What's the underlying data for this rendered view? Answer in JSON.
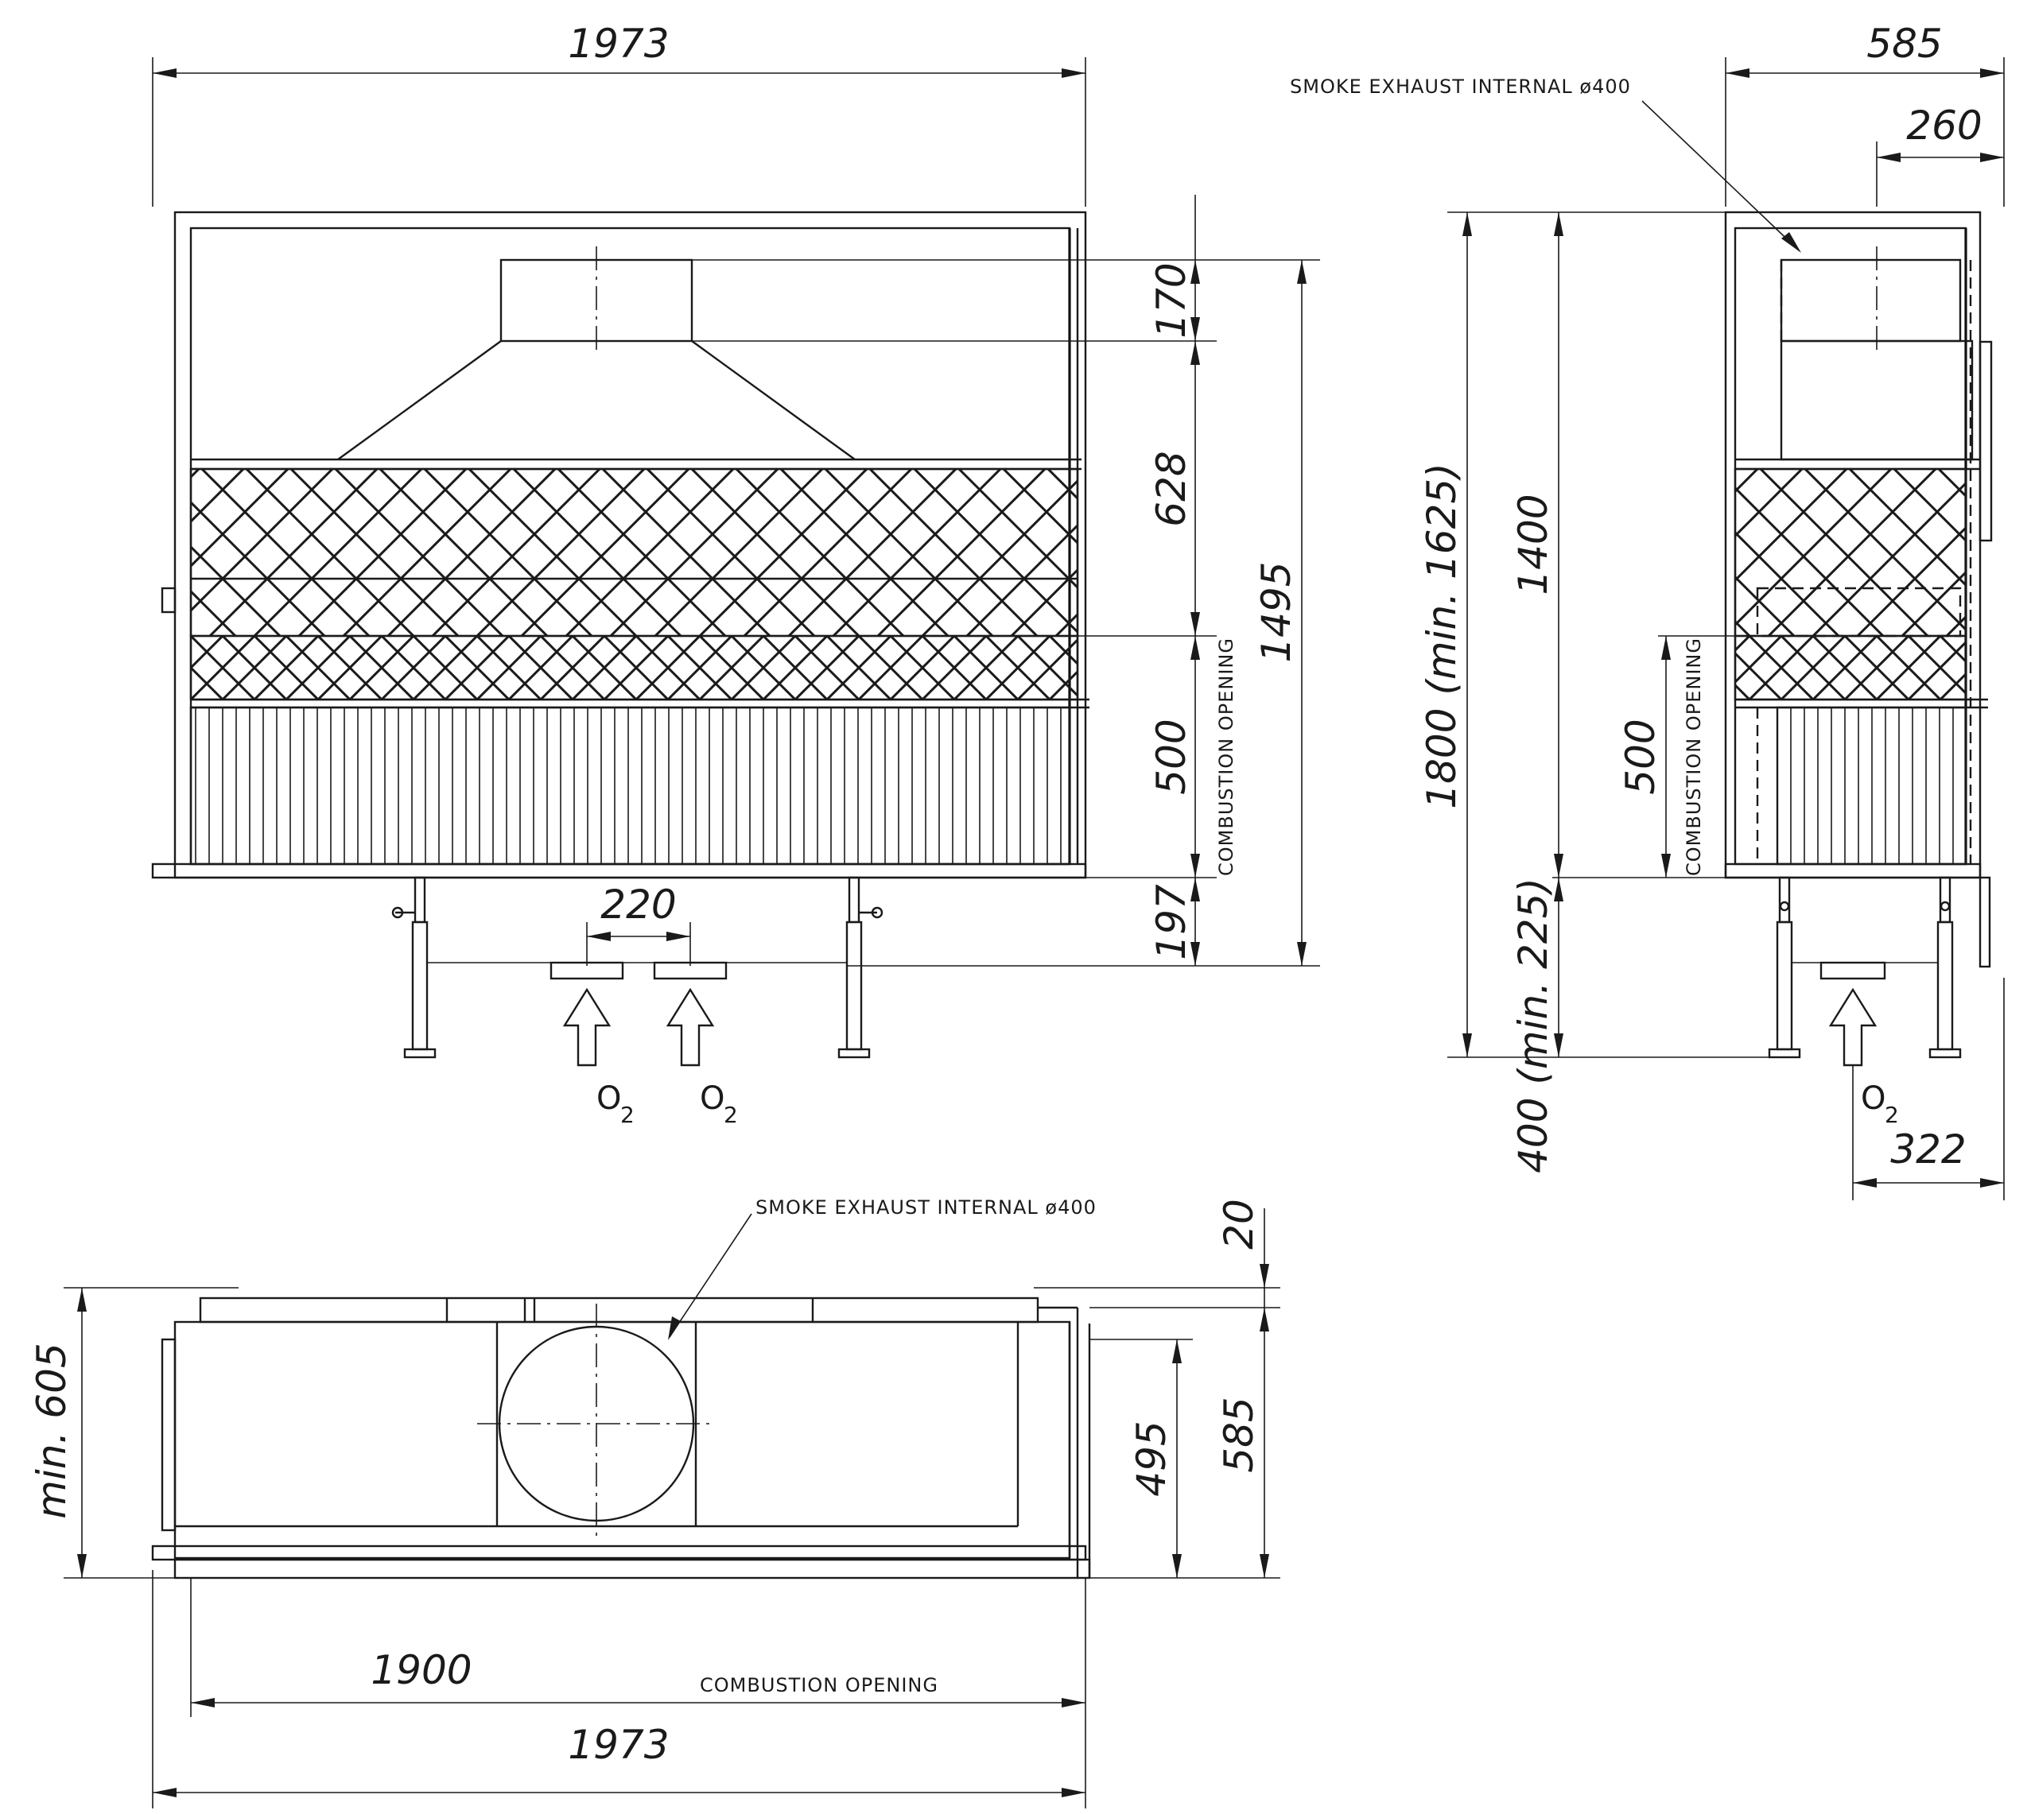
{
  "front_view": {
    "overall_width": "1973",
    "dim_hood": "170",
    "dim_upper": "628",
    "dim_opening": "500",
    "dim_height": "1495",
    "dim_legs": "197",
    "dim_air_spacing": "220",
    "combustion_label": "COMBUSTION OPENING",
    "air_inlet_1": "O",
    "air_inlet_1_sub": "2",
    "air_inlet_2": "O",
    "air_inlet_2_sub": "2"
  },
  "side_view": {
    "depth": "585",
    "exhaust_offset": "260",
    "exhaust_note": "SMOKE EXHAUST INTERNAL ø400",
    "total_height": "1800 (min. 1625)",
    "body_height": "1400",
    "dim_opening": "500",
    "combustion_label": "COMBUSTION OPENING",
    "dim_legs": "400 (min. 225)",
    "air_inlet": "O",
    "air_inlet_sub": "2",
    "air_offset": "322"
  },
  "top_view": {
    "exhaust_note": "SMOKE EXHAUST INTERNAL ø400",
    "dim_top": "20",
    "dim_depth_min": "min. 605",
    "dim_495": "495",
    "dim_585": "585",
    "opening_width": "1900",
    "combustion_label": "COMBUSTION OPENING",
    "overall_width": "1973"
  }
}
